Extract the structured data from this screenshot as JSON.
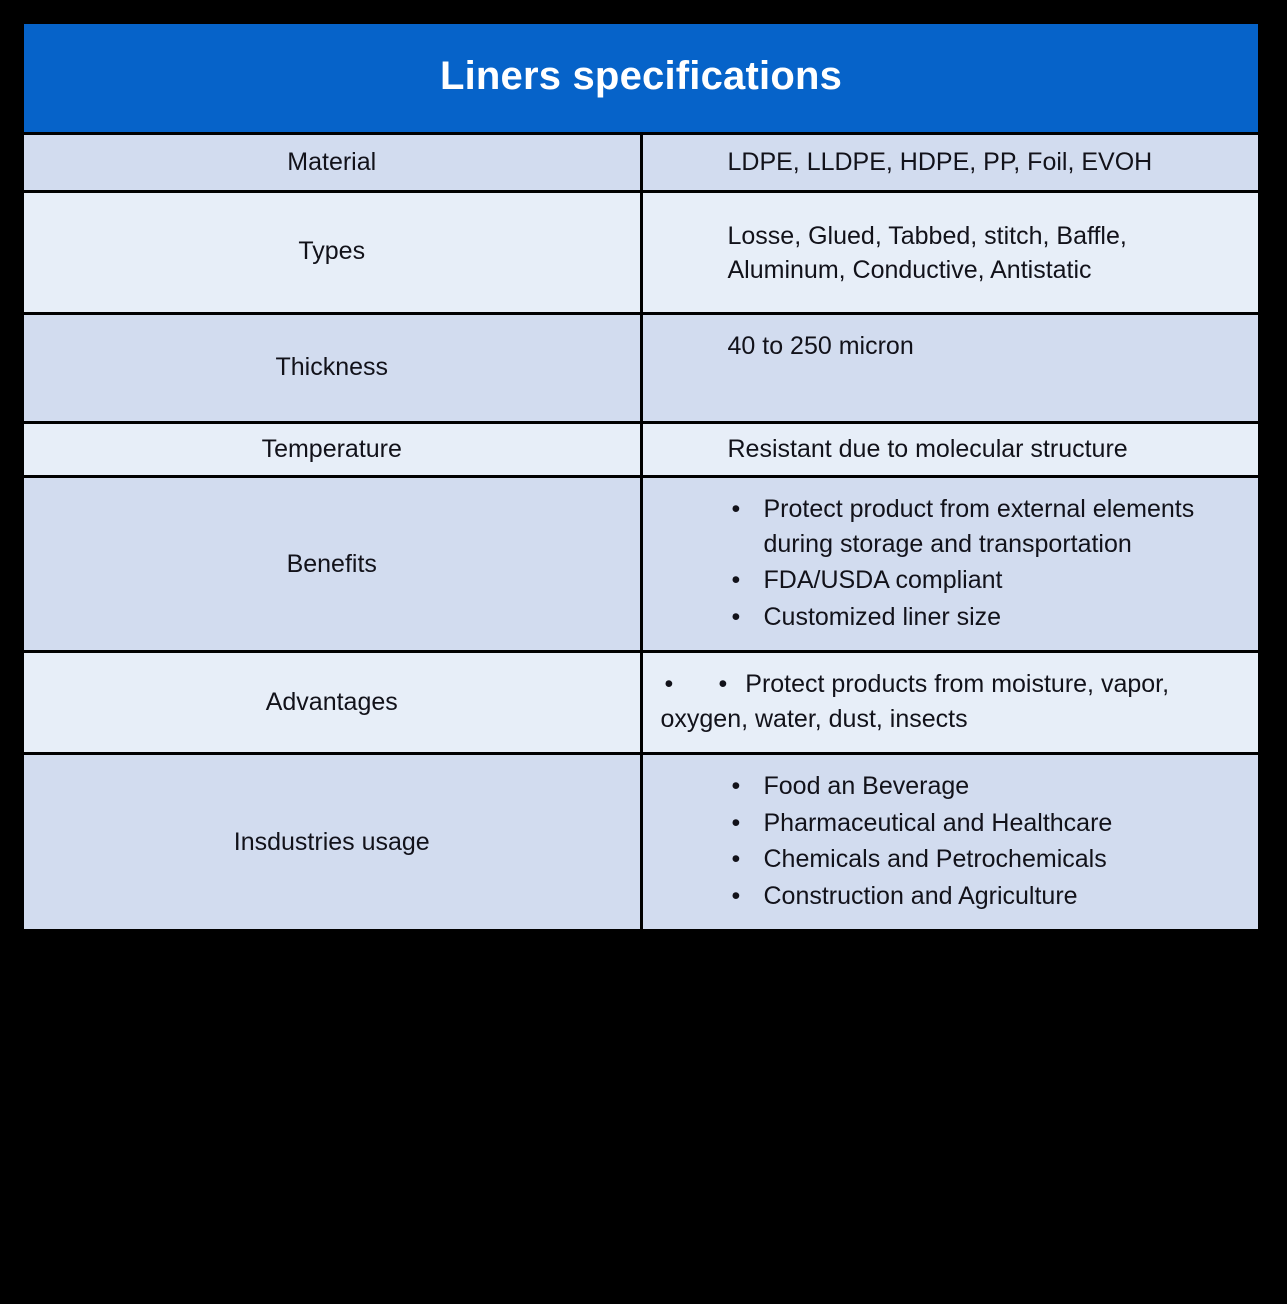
{
  "colors": {
    "header_blue": "#0663c9",
    "row_shade_dark": "#d2dcef",
    "row_shade_light": "#e7eef8",
    "border": "#000000",
    "text": "#12121a",
    "header_text": "#ffffff"
  },
  "header": {
    "title": "Liners specifications"
  },
  "rows": [
    {
      "label": "Material",
      "value_text": "LDPE, LLDPE, HDPE, PP, Foil, EVOH",
      "bullets": []
    },
    {
      "label": "Types",
      "value_text": "Losse, Glued, Tabbed, stitch, Baffle, Aluminum, Conductive, Antistatic",
      "bullets": []
    },
    {
      "label": "Thickness",
      "value_text": "40 to 250 micron",
      "bullets": []
    },
    {
      "label": "Temperature",
      "value_text": "Resistant due to molecular structure",
      "bullets": []
    },
    {
      "label": "Benefits",
      "value_text": "",
      "bullets": [
        "Protect product from external elements during storage and transportation",
        "FDA/USDA compliant",
        "Customized liner size"
      ]
    },
    {
      "label": "Advantages",
      "value_text": "",
      "bullets": [
        "Protect products from moisture, vapor, oxygen, water, dust, insects"
      ]
    },
    {
      "label": "Insdustries usage",
      "value_text": "",
      "bullets": [
        "Food an Beverage",
        "Pharmaceutical and Healthcare",
        "Chemicals and Petrochemicals",
        "Construction and Agriculture"
      ]
    }
  ]
}
